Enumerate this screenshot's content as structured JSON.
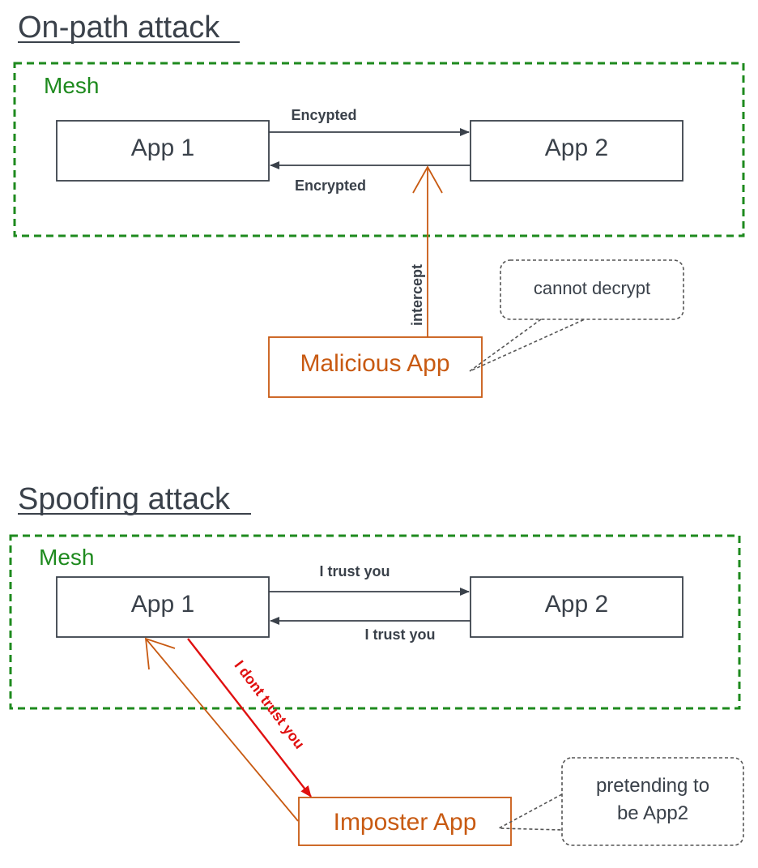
{
  "colors": {
    "title": "#3a414a",
    "mesh": "#1e8a1e",
    "node_stroke": "#3a414a",
    "node_text": "#3a414a",
    "attacker": "#c85a12",
    "reject": "#e01010",
    "note_stroke": "#555555"
  },
  "onpath": {
    "title": "On-path attack",
    "mesh_label": "Mesh",
    "app1": "App 1",
    "app2": "App 2",
    "forward_label": "Encypted",
    "back_label": "Encrypted",
    "intercept_label": "intercept",
    "attacker": "Malicious App",
    "note": "cannot decrypt"
  },
  "spoofing": {
    "title": "Spoofing attack",
    "mesh_label": "Mesh",
    "app1": "App 1",
    "app2": "App 2",
    "forward_label": "I trust you",
    "back_label": "I trust you",
    "reject_label": "I dont trust you",
    "attacker": "Imposter App",
    "note_line1": "pretending to",
    "note_line2": "be App2"
  }
}
